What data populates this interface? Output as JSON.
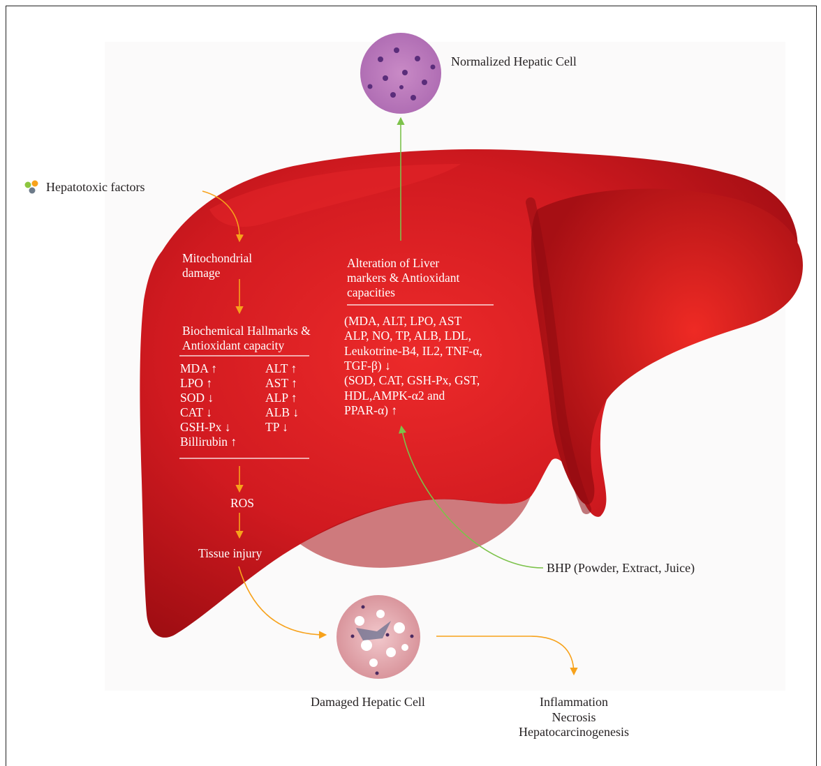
{
  "hepatotoxic_label": "Hepatotoxic factors",
  "normalized_label": "Normalized Hepatic Cell",
  "damaged_label": "Damaged Hepatic Cell",
  "mito_label": "Mitochondrial\ndamage",
  "biochem_title": "Biochemical Hallmarks &\nAntioxidant capacity",
  "biochem_left": [
    "MDA ↑",
    "LPO ↑",
    "SOD ↓",
    "CAT ↓",
    "GSH-Px ↓",
    "Billirubin ↑"
  ],
  "biochem_right": [
    "ALT ↑",
    "AST ↑",
    "ALP ↑",
    "ALB ↓",
    "TP ↓"
  ],
  "ros_label": "ROS",
  "tissue_label": "Tissue injury",
  "alteration_title": "Alteration of Liver\nmarkers & Antioxidant\ncapacities",
  "alteration_body": "(MDA, ALT, LPO, AST\nALP, NO, TP, ALB, LDL,\nLeukotrine-B4, IL2, TNF-α,\nTGF-β) ↓\n(SOD, CAT, GSH-Px, GST,\nHDL,AMPK-α2 and\nPPAR-α) ↑",
  "bhp_label": "BHP (Powder, Extract, Juice)",
  "outcome_label": "Inflammation\nNecrosis\nHepatocarcinogenesis",
  "colors": {
    "liver": "#d71920",
    "liver_dark": "#a50f14",
    "orange_arrow": "#f7a21b",
    "green_arrow": "#7cc24a"
  }
}
